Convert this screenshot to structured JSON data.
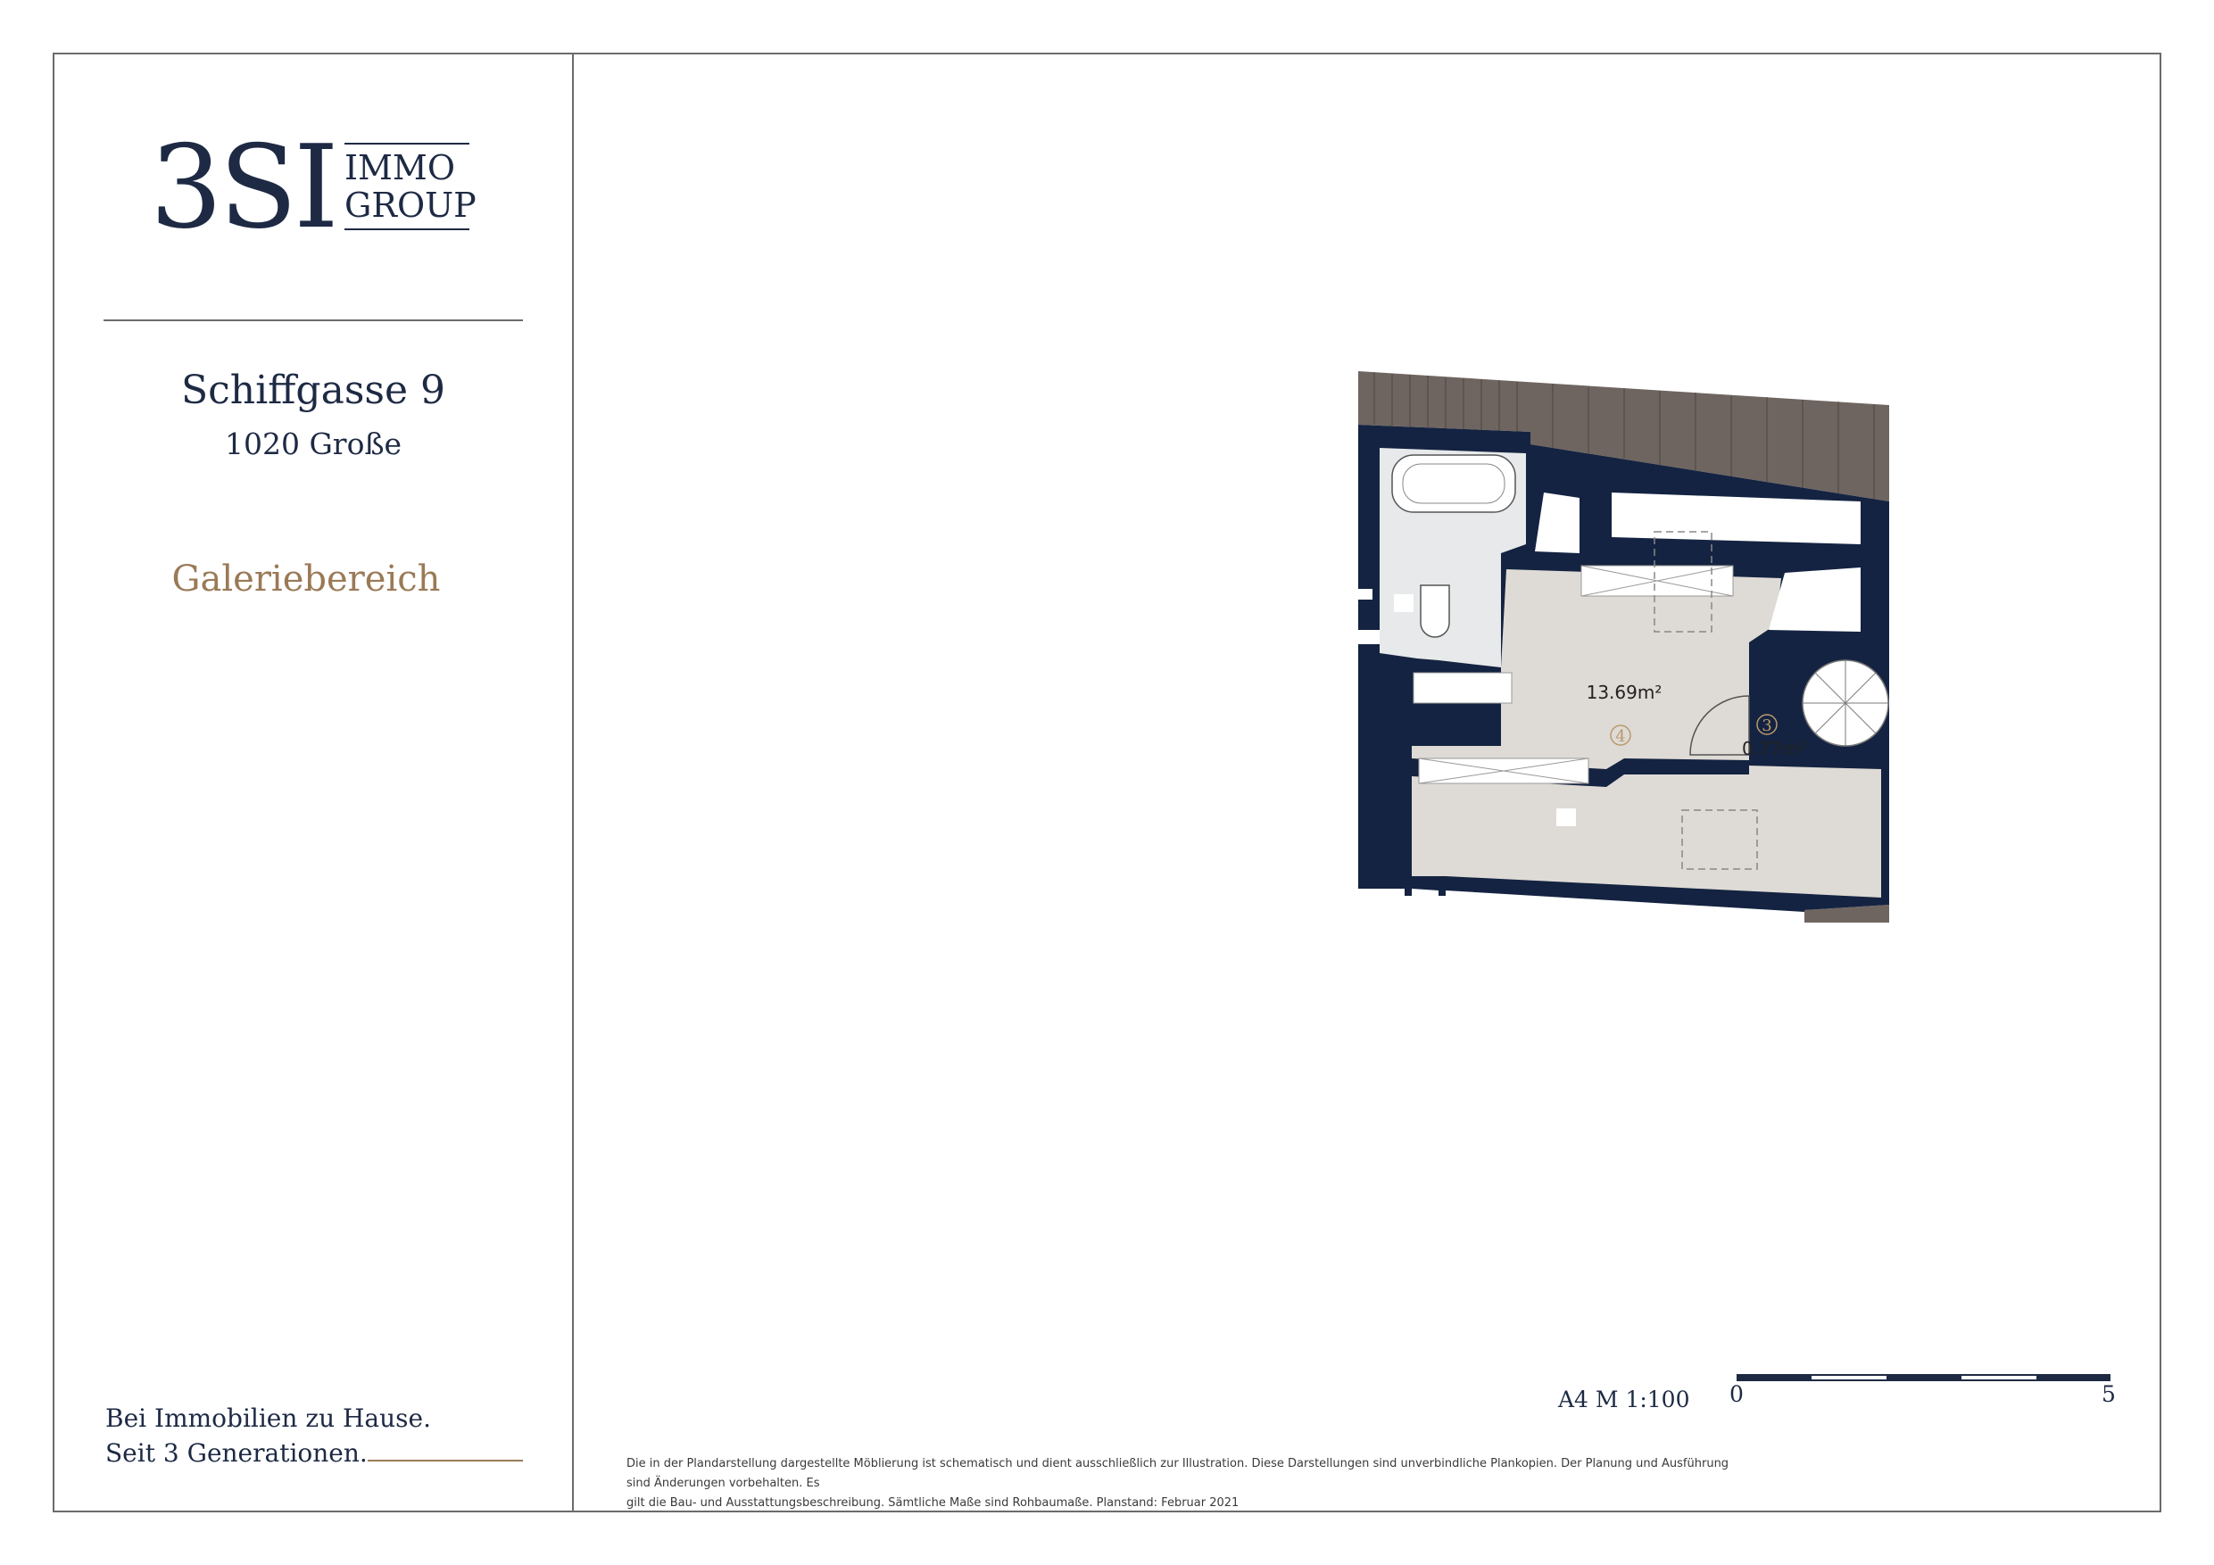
{
  "brand": {
    "logo_mark": "3SI",
    "logo_line1": "IMMO",
    "logo_line2": "GROUP"
  },
  "project": {
    "street": "Schiffgasse 9",
    "city": "1020 Große",
    "section": "Galeriebereich"
  },
  "tagline": {
    "line1": "Bei Immobilien zu Hause.",
    "line2": "Seit 3 Generationen."
  },
  "scale": {
    "label": "A4  M 1:100",
    "start": "0",
    "end": "5"
  },
  "floorplan": {
    "rooms": [
      {
        "number": "4",
        "area": "13.69m²"
      },
      {
        "number": "3",
        "area": "0.77m²"
      }
    ]
  },
  "disclaimer": {
    "line1": "Die in der Plandarstellung dargestellte Möblierung ist schematisch und dient ausschließlich zur Illustration. Diese Darstellungen sind unverbindliche Plankopien. Der Planung und Ausführung sind Änderungen vorbehalten. Es",
    "line2": "gilt die Bau- und Ausstattungsbeschreibung. Sämtliche Maße sind Rohbaumaße. Planstand: Februar 2021"
  },
  "colors": {
    "navy": "#1e2a44",
    "gold": "#9a7a56",
    "wall": "#142341",
    "room_floor": "#dedad5",
    "bath_floor": "#e7e9ea",
    "roof": "#6f6560"
  }
}
